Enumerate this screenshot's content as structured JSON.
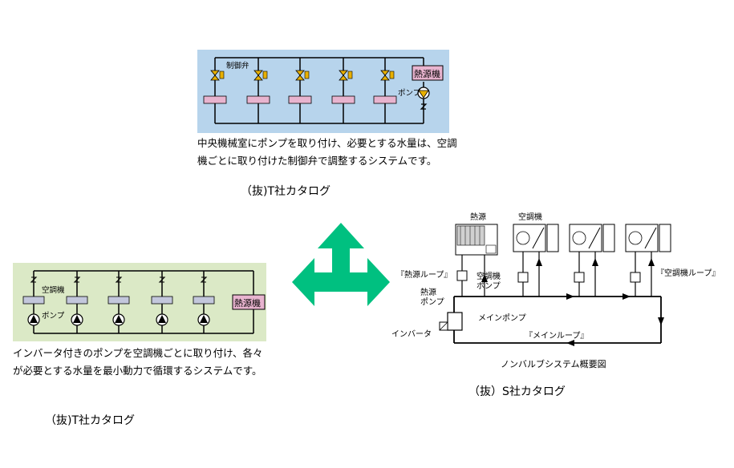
{
  "top_diagram": {
    "valve_label": "制御弁",
    "heat_source": "熱源機",
    "pump_label": "ポンプ",
    "description_line1": "中央機械室にポンプを取り付け、必要とする水量は、空調",
    "description_line2": "機ごとに取り付けた制御弁で調整するシステムです。",
    "caption": "（抜)T社カタログ"
  },
  "left_diagram": {
    "ahu_label": "空調機",
    "pump_label": "ポンプ",
    "heat_source": "熱源機",
    "description_line1": "インバータ付きのポンプを空調機ごとに取り付け、各々",
    "description_line2": "が必要とする水量を最小動力で循環するシステムです。",
    "caption": "（抜)T社カタログ"
  },
  "right_diagram": {
    "heat_source": "熱源",
    "ahu": "空調機",
    "heat_loop": "『熱源ループ』",
    "ahu_pump": "空調機\nポンプ",
    "ahu_loop": "『空調機ループ』",
    "heat_pump": "熱源\nポンプ",
    "main_pump": "メインポンプ",
    "inverter": "インバータ",
    "main_loop": "『メインループ』",
    "title": "ノンバルブシステム概要図",
    "caption": "（抜）S社カタログ"
  },
  "colors": {
    "top_panel": "#b7d4ec",
    "left_panel": "#dbe9c6",
    "arrow": "#00c080",
    "unit_top": "#e8b4cf",
    "unit_left": "#c3c7dc",
    "valve": "#e8b000"
  }
}
